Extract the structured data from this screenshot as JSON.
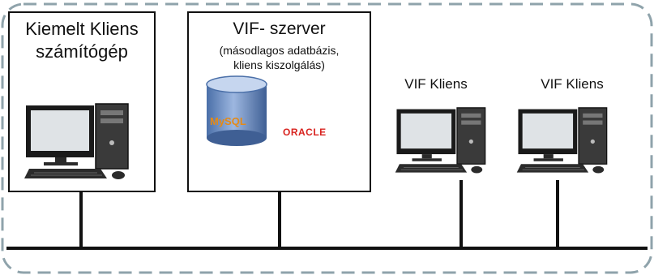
{
  "nodes": {
    "featured_client": {
      "title": "Kiemelt Kliens számítógép"
    },
    "vif_server": {
      "title": "VIF- szerver",
      "subtitle_line1": "(másodlagos adatbázis,",
      "subtitle_line2": "kliens kiszolgálás)",
      "mysql_logo": "MySQL",
      "oracle_logo": "ORACLE"
    },
    "vif_client_1": {
      "label": "VIF Kliens"
    },
    "vif_client_2": {
      "label": "VIF Kliens"
    }
  },
  "colors": {
    "frame_dash": "#8fa3ab",
    "bus": "#111111",
    "oracle_red": "#d8231f",
    "db_blue": "#6d8fc4"
  },
  "icons": [
    "desktop-computer-icon",
    "database-cylinder-icon",
    "oracle-logo"
  ]
}
